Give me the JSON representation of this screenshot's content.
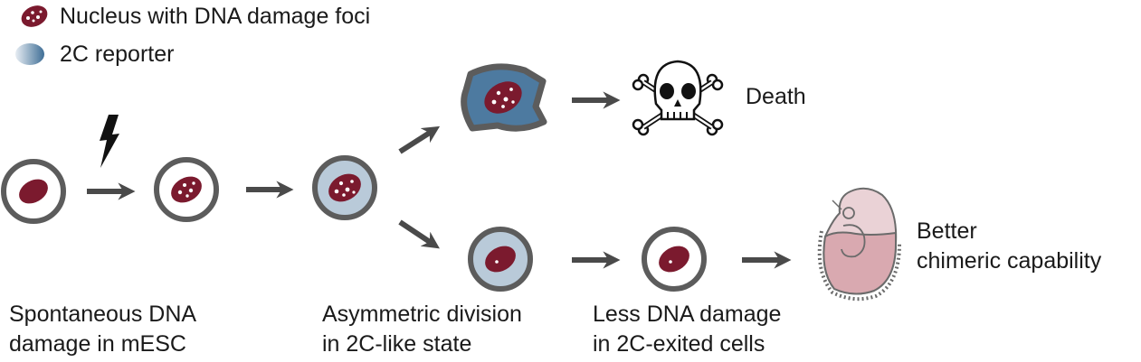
{
  "legend": {
    "items": [
      {
        "label": "Nucleus with DNA damage foci",
        "icon": "damaged-nucleus-icon"
      },
      {
        "label": "2C reporter",
        "icon": "2c-reporter-icon"
      }
    ]
  },
  "stages": {
    "spontaneous": {
      "line1": "Spontaneous DNA",
      "line2": "damage in mESC"
    },
    "asymmetric": {
      "line1": "Asymmetric division",
      "line2": "in 2C-like state"
    },
    "less_damage": {
      "line1": "Less DNA damage",
      "line2": "in 2C-exited cells"
    }
  },
  "outcomes": {
    "death": "Death",
    "better": {
      "line1": "Better",
      "line2": "chimeric capability"
    }
  },
  "colors": {
    "nucleus": "#7b1a2e",
    "reporter": "#4d7aa0",
    "reporter_light": "#b9cad9",
    "membrane": "#5c5c5c",
    "arrow": "#4a4a4a",
    "embryo": "#d9a9b0"
  }
}
